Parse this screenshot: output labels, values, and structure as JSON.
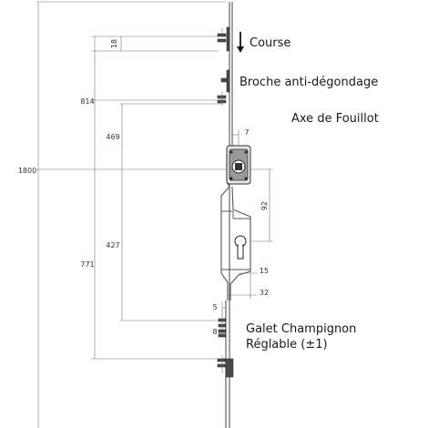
{
  "labels": {
    "course": "Course",
    "broche": "Broche anti-dégondage",
    "axe": "Axe de Fouillot",
    "galet_line1": "Galet Champignon",
    "galet_line2": "Réglable (±1)"
  },
  "dimensions": {
    "total": "1800",
    "upper_814": "814",
    "lower_771": "771",
    "upper_469": "469",
    "lower_427": "427",
    "course_18": "18",
    "axe_7": "7",
    "axe_92": "92",
    "cyl_15": "15",
    "cyl_32": "32",
    "offset_5": "5",
    "galet_8": "8"
  }
}
